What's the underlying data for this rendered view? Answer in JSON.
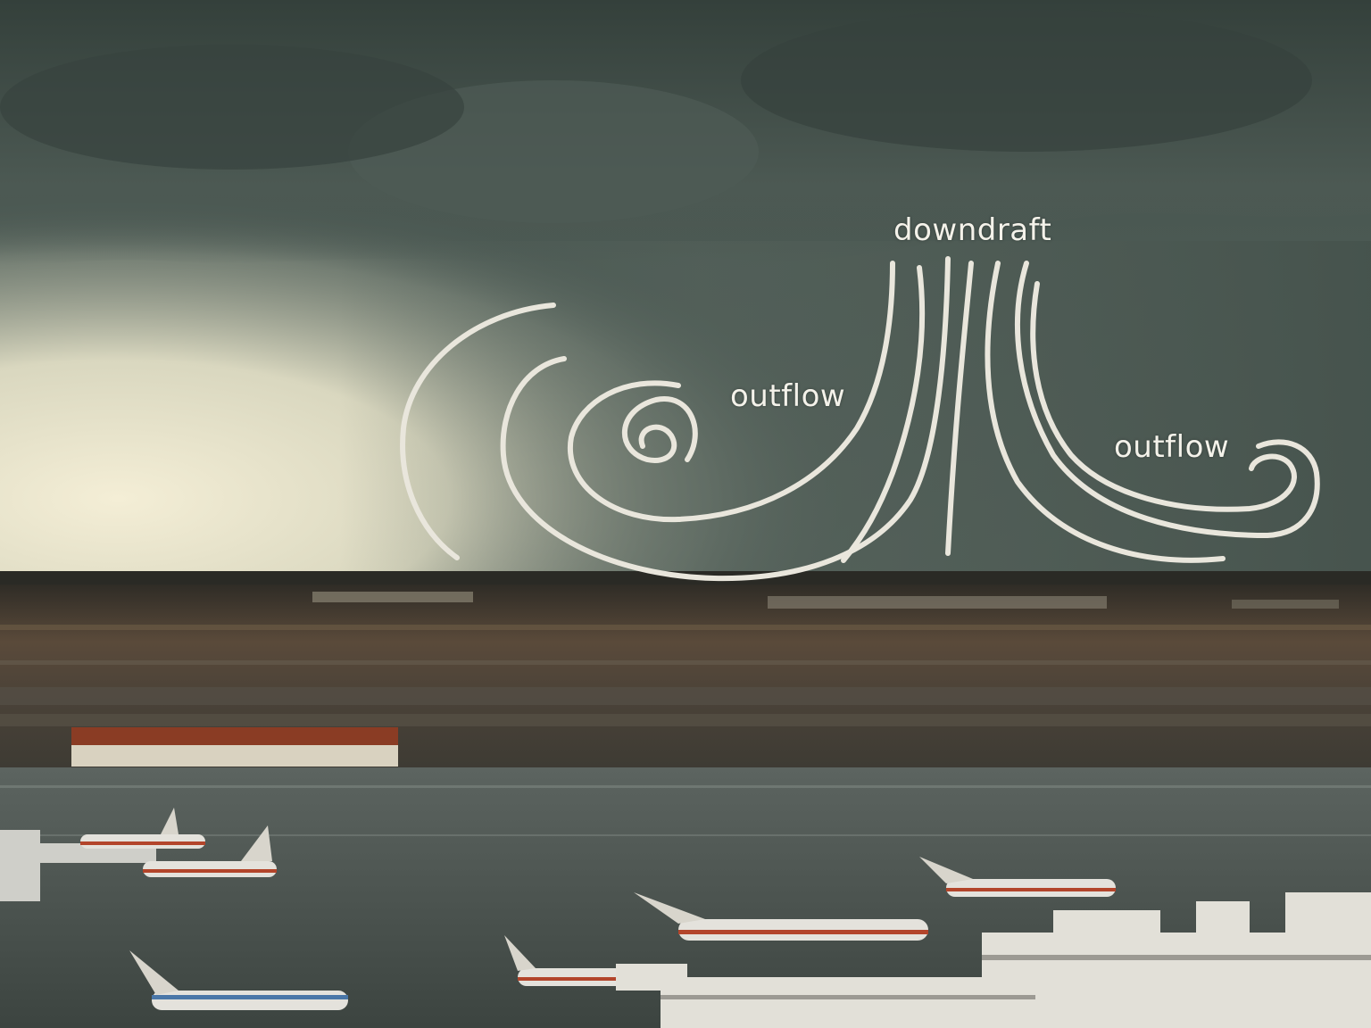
{
  "labels": {
    "downdraft": "downdraft",
    "outflow_left": "outflow",
    "outflow_right": "outflow"
  },
  "colors": {
    "annotation_stroke": "#e9e6dc",
    "sky_dark": "#33413b",
    "sky_light": "#efe8cf",
    "ground": "#4a3f33",
    "water": "#57605c"
  }
}
